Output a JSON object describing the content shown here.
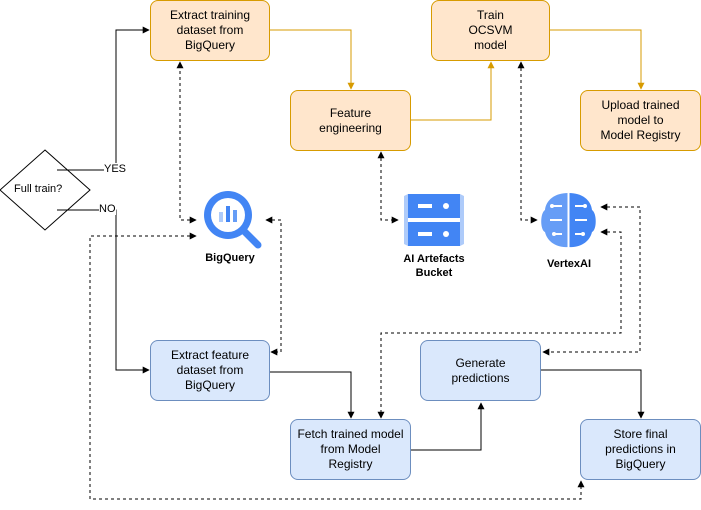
{
  "decision": {
    "label": "Full train?",
    "yes": "YES",
    "no": "NO"
  },
  "boxes": {
    "extract_training": "Extract training\ndataset from\nBigQuery",
    "train_ocsvm": "Train\nOCSVM\nmodel",
    "feature_engineering": "Feature\nengineering",
    "upload_model": "Upload trained\nmodel to\nModel Registry",
    "extract_feature": "Extract feature\ndataset from\nBigQuery",
    "generate_predictions": "Generate predictions",
    "fetch_model": "Fetch trained model\nfrom Model Registry",
    "store_predictions": "Store final\npredictions in\nBigQuery"
  },
  "icons": {
    "bigquery": {
      "label": "BigQuery",
      "name": "bigquery-icon"
    },
    "bucket": {
      "label": "AI Artefacts\nBucket",
      "name": "storage-bucket-icon"
    },
    "vertexai": {
      "label": "VertexAI",
      "name": "vertexai-icon"
    }
  },
  "colors": {
    "orange_fill": "#ffe6cc",
    "orange_stroke": "#d79b00",
    "blue_fill": "#dae8fc",
    "blue_stroke": "#6c8ebf",
    "google_blue": "#4285f4",
    "google_light_blue": "#aecbfa"
  }
}
